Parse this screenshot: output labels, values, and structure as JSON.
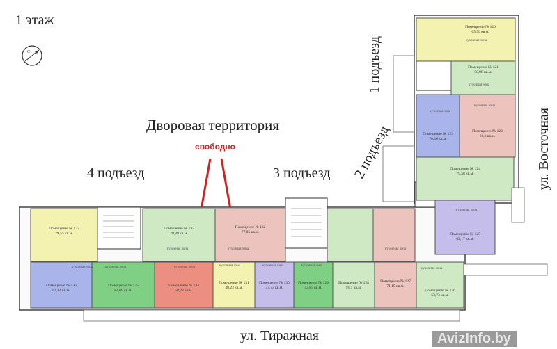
{
  "floor_label": "1 этаж",
  "courtyard_label": "Дворовая территория",
  "free_label": "свободно",
  "street_bottom": "ул. Тиражная",
  "street_right": "ул. Восточная",
  "entrances": {
    "e1": "1 подъезд",
    "e2": "2 подъезд",
    "e3": "3 подъезд",
    "e4": "4 подъезд"
  },
  "kitchen_label": "кухонная зона",
  "watermark": "AvizInfo.by",
  "colors": {
    "green": "#cfe9c4",
    "yellow": "#f4f2b0",
    "pink": "#ecc3bd",
    "red": "#ec8f80",
    "purple": "#c5bdea",
    "blue": "#a9b5ea",
    "darkgreen": "#7fcf84",
    "free_accent": "#d32020"
  },
  "rooms": [
    {
      "id": "137",
      "name": "Помещение № 137",
      "area": "79,55 кв.м."
    },
    {
      "id": "133",
      "name": "Помещение № 133",
      "area": "78,89 кв.м."
    },
    {
      "id": "132",
      "name": "Помещение № 132",
      "area": "77,05 кв.м."
    },
    {
      "id": "136",
      "name": "Помещение № 136",
      "area": "64,44 кв.м."
    },
    {
      "id": "135",
      "name": "Помещение № 135",
      "area": "64,69 кв.м."
    },
    {
      "id": "134",
      "name": "Помещение № 134",
      "area": "58,23 кв.м."
    },
    {
      "id": "131",
      "name": "Помещение № 131",
      "area": "38,23 кв.м."
    },
    {
      "id": "130",
      "name": "Помещение № 130",
      "area": "37,73 кв.м."
    },
    {
      "id": "129",
      "name": "Помещение № 129",
      "area": "43,85 кв.м."
    },
    {
      "id": "128",
      "name": "Помещение № 128",
      "area": "91,1 кв.м."
    },
    {
      "id": "127",
      "name": "Помещение № 127",
      "area": "71,19 кв.м."
    },
    {
      "id": "126",
      "name": "Помещение № 126",
      "area": "53,73 кв.м."
    },
    {
      "id": "125",
      "name": "Помещение № 125",
      "area": "62,17 кв.м."
    },
    {
      "id": "124",
      "name": "Помещение № 124",
      "area": "79,58 кв.м."
    },
    {
      "id": "123",
      "name": "Помещение № 123",
      "area": "70,36 кв.м."
    },
    {
      "id": "122",
      "name": "Помещение № 122",
      "area": "66,6 кв.м."
    },
    {
      "id": "121",
      "name": "Помещение № 121",
      "area": "50,98 кв.м."
    },
    {
      "id": "120",
      "name": "Помещение № 120",
      "area": "65,96 кв.м."
    }
  ]
}
